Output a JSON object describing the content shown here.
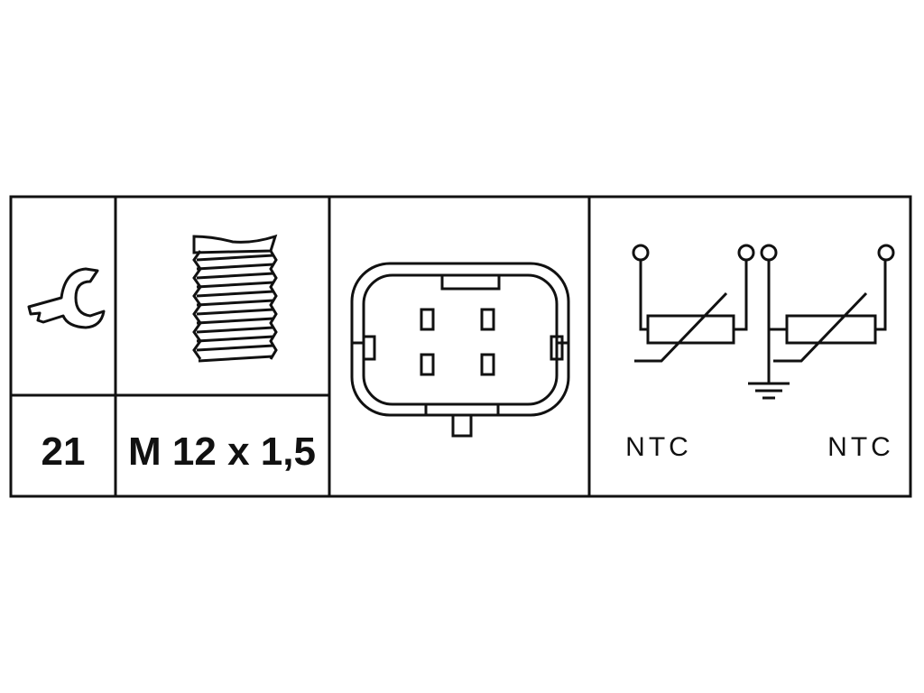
{
  "spec_table": {
    "wrench_size": "21",
    "thread": "M 12 x 1,5",
    "circuit_labels": [
      "NTC",
      "NTC"
    ],
    "icons": [
      "wrench-icon",
      "thread-icon",
      "connector-icon",
      "ntc-circuit-icon"
    ]
  }
}
